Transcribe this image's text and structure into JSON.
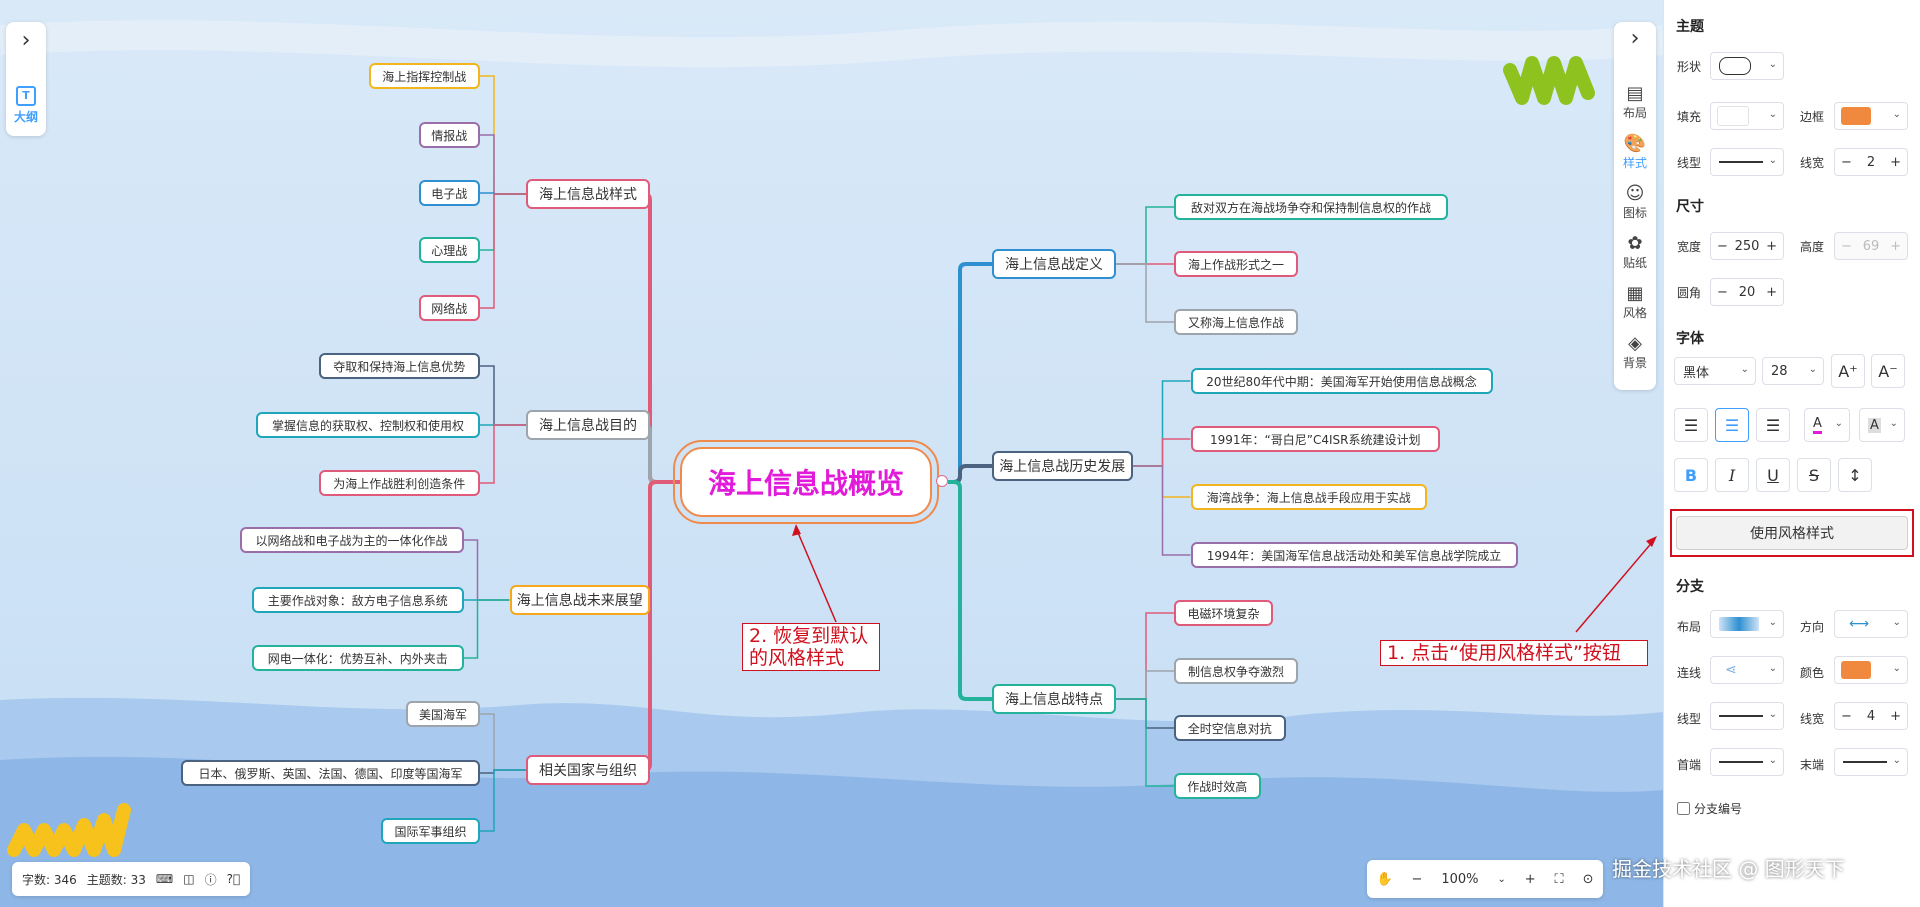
{
  "canvas": {
    "root": "海上信息战概览",
    "left_branches": [
      {
        "label": "海上信息战样式",
        "color": "#e05a79",
        "children": [
          {
            "label": "海上指挥控制战",
            "color": "#f2b51e"
          },
          {
            "label": "情报战",
            "color": "#9a6ea9"
          },
          {
            "label": "电子战",
            "color": "#2e8fd1"
          },
          {
            "label": "心理战",
            "color": "#24b39a"
          },
          {
            "label": "网络战",
            "color": "#e05a79"
          }
        ]
      },
      {
        "label": "海上信息战目的",
        "color": "#9ea4ab",
        "children": [
          {
            "label": "夺取和保持海上信息优势",
            "color": "#4b6281"
          },
          {
            "label": "掌握信息的获取权、控制权和使用权",
            "color": "#1fa6b8"
          },
          {
            "label": "为海上作战胜利创造条件",
            "color": "#e05a79"
          }
        ]
      },
      {
        "label": "海上信息战未来展望",
        "color": "#f5a81c",
        "children": [
          {
            "label": "以网络战和电子战为主的一体化作战",
            "color": "#9a6ea9"
          },
          {
            "label": "主要作战对象：敌方电子信息系统",
            "color": "#1fa6b8"
          },
          {
            "label": "网电一体化：优势互补、内外夹击",
            "color": "#24b39a"
          }
        ]
      },
      {
        "label": "相关国家与组织",
        "color": "#e05a79",
        "children": [
          {
            "label": "美国海军",
            "color": "#9ea4ab"
          },
          {
            "label": "日本、俄罗斯、英国、法国、德国、印度等国海军",
            "color": "#4b6281"
          },
          {
            "label": "国际军事组织",
            "color": "#1fa6b8"
          }
        ]
      }
    ],
    "right_branches": [
      {
        "label": "海上信息战定义",
        "color": "#2e8fd1",
        "children": [
          {
            "label": "敌对双方在海战场争夺和保持制信息权的作战",
            "color": "#24b39a"
          },
          {
            "label": "海上作战形式之一",
            "color": "#e05a79"
          },
          {
            "label": "又称海上信息作战",
            "color": "#9ea4ab"
          }
        ]
      },
      {
        "label": "海上信息战历史发展",
        "color": "#4b6281",
        "children": [
          {
            "label": "20世纪80年代中期：美国海军开始使用信息战概念",
            "color": "#1fa6b8"
          },
          {
            "label": "1991年：“哥白尼”C4ISR系统建设计划",
            "color": "#e05a79"
          },
          {
            "label": "海湾战争：海上信息战手段应用于实战",
            "color": "#f2b51e"
          },
          {
            "label": "1994年：美国海军信息战活动处和美军信息战学院成立",
            "color": "#9a6ea9"
          }
        ]
      },
      {
        "label": "海上信息战特点",
        "color": "#24b39a",
        "children": [
          {
            "label": "电磁环境复杂",
            "color": "#e05a79"
          },
          {
            "label": "制信息权争夺激烈",
            "color": "#9ea4ab"
          },
          {
            "label": "全时空信息对抗",
            "color": "#4b6281"
          },
          {
            "label": "作战时效高",
            "color": "#24b39a"
          }
        ]
      }
    ]
  },
  "left_toolbar": {
    "outline_label": "大纲"
  },
  "right_toolbar": [
    {
      "icon": "layout-icon",
      "label": "布局"
    },
    {
      "icon": "palette-icon",
      "label": "样式"
    },
    {
      "icon": "smiley-icon",
      "label": "图标"
    },
    {
      "icon": "sticker-icon",
      "label": "贴纸"
    },
    {
      "icon": "grid-icon",
      "label": "风格"
    },
    {
      "icon": "layers-icon",
      "label": "背景"
    }
  ],
  "sidebar": {
    "theme_title": "主题",
    "shape_label": "形状",
    "fill_label": "填充",
    "border_label": "边框",
    "border_color": "#f0883e",
    "line_type_label": "线型",
    "line_width_label": "线宽",
    "line_width_value": "2",
    "size_title": "尺寸",
    "width_label": "宽度",
    "width_value": "250",
    "height_label": "高度",
    "height_value": "69",
    "radius_label": "圆角",
    "radius_value": "20",
    "font_title": "字体",
    "font_family": "黑体",
    "font_size": "28",
    "use_style_button": "使用风格样式",
    "branch_title": "分支",
    "branch_layout_label": "布局",
    "branch_direction_label": "方向",
    "branch_connector_label": "连线",
    "branch_color_label": "颜色",
    "branch_color": "#f0883e",
    "branch_line_type_label": "线型",
    "branch_line_width_label": "线宽",
    "branch_line_width_value": "4",
    "head_label": "首端",
    "tail_label": "末端",
    "branch_number_label": "分支编号"
  },
  "status": {
    "word_count": "字数: 346",
    "topic_count": "主题数: 33"
  },
  "zoom": {
    "value": "100%"
  },
  "annotations": {
    "note1": "1. 点击“使用风格样式”按钮",
    "note2_line1": "2. 恢复到默认",
    "note2_line2": "的风格样式"
  },
  "watermark": "掘金技术社区 @ 图形天下"
}
